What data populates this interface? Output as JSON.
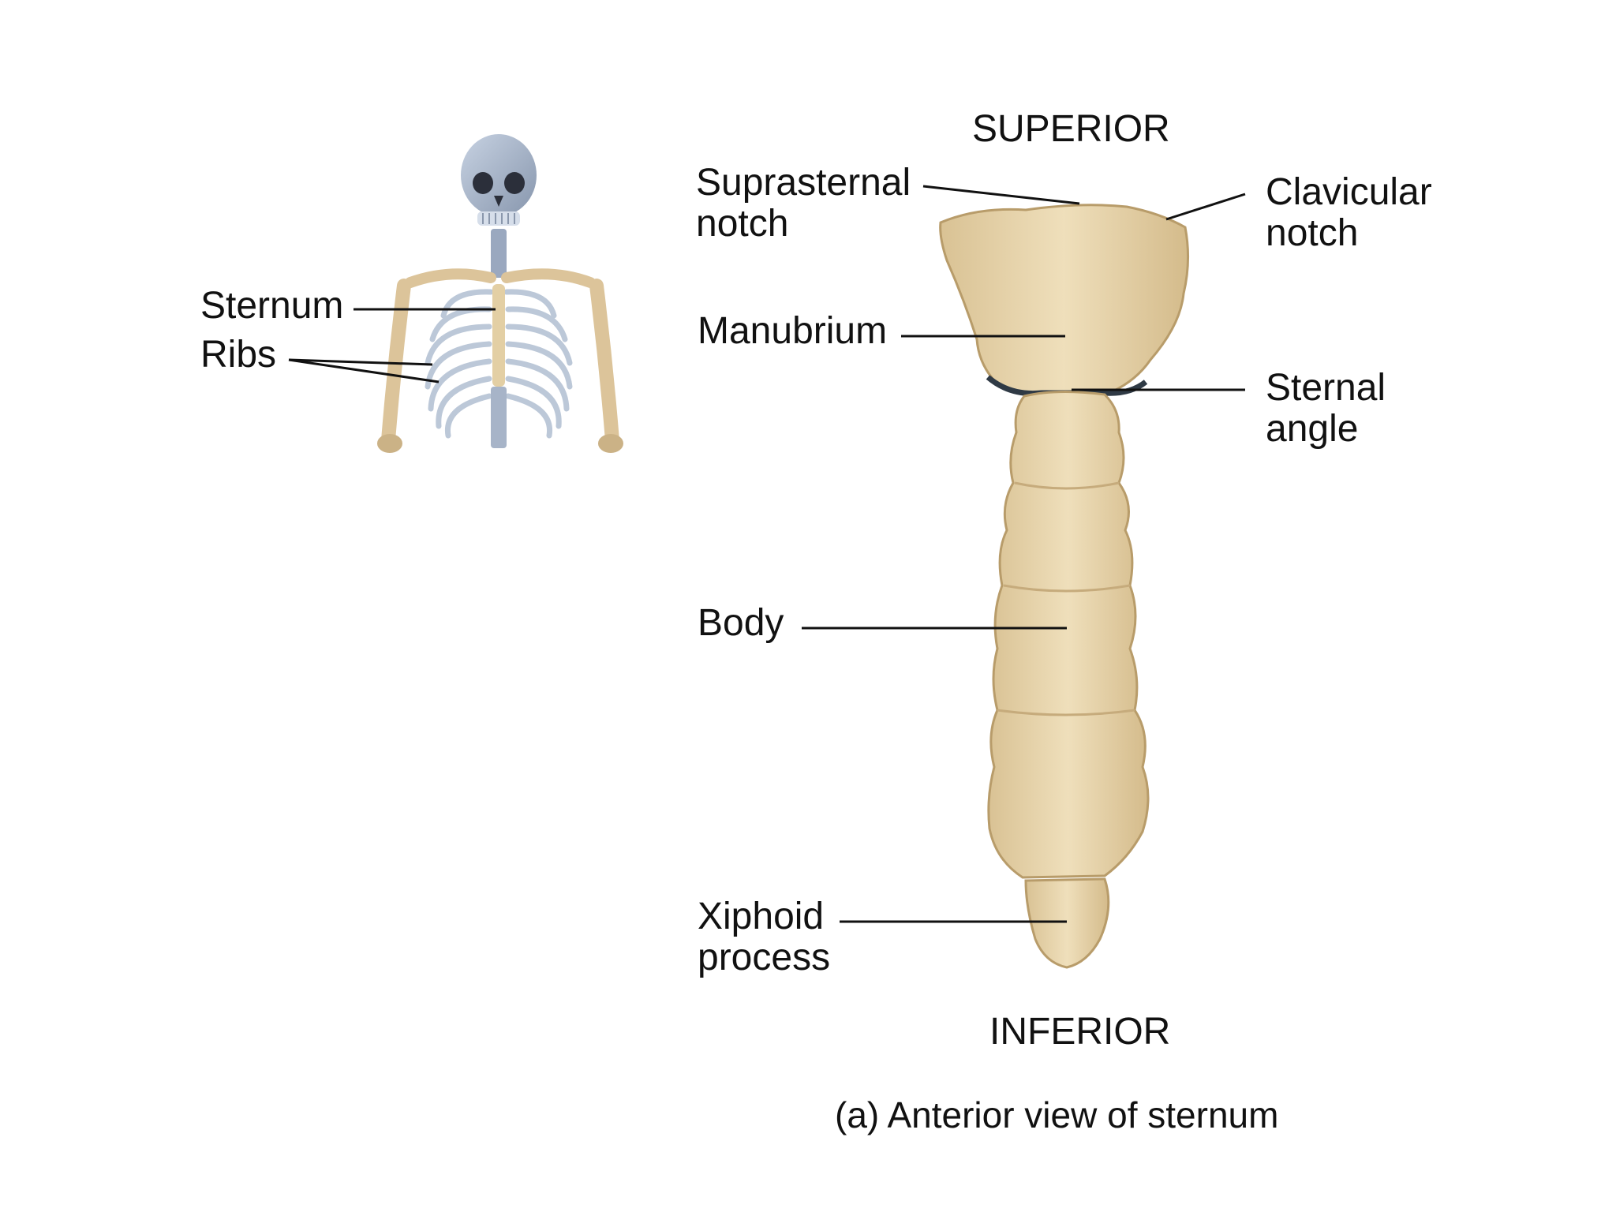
{
  "colors": {
    "bone": "#e6d3ab",
    "bone_shadow": "#c9b184",
    "skull": "#a9b7cc",
    "leader_line": "#111111",
    "cartilage": "#2f3a45"
  },
  "left_figure": {
    "labels": {
      "sternum": "Sternum",
      "ribs": "Ribs"
    }
  },
  "main_figure": {
    "orientation": {
      "superior": "SUPERIOR",
      "inferior": "INFERIOR"
    },
    "labels": {
      "suprasternal_notch": [
        "Suprasternal",
        "notch"
      ],
      "clavicular_notch": [
        "Clavicular",
        "notch"
      ],
      "manubrium": "Manubrium",
      "sternal_angle": [
        "Sternal",
        "angle"
      ],
      "body": "Body",
      "xiphoid_process": [
        "Xiphoid",
        "process"
      ]
    },
    "caption": "(a) Anterior view of sternum"
  }
}
